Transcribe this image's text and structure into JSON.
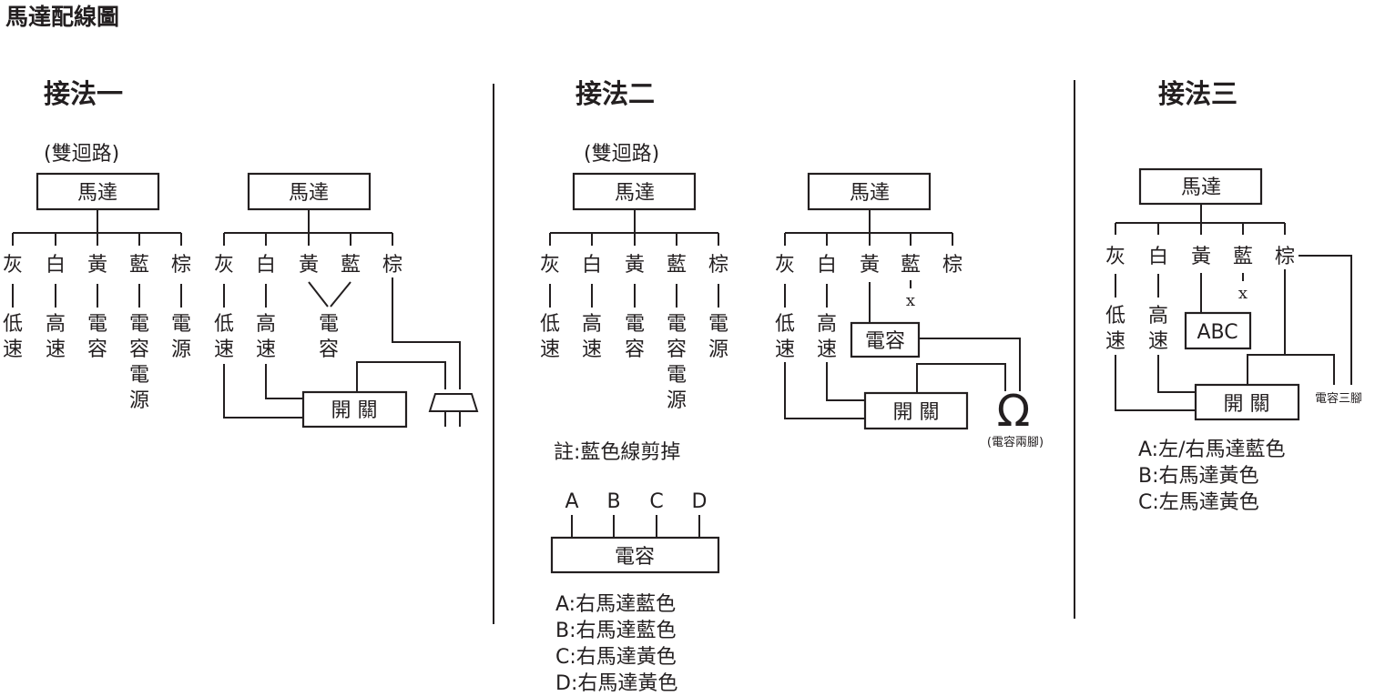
{
  "title": "馬達配線圖",
  "methods": [
    {
      "heading": "接法一",
      "sub": "(雙迴路)",
      "left": {
        "motor": "馬達",
        "wires": [
          "灰",
          "白",
          "黃",
          "藍",
          "棕"
        ],
        "functions": [
          [
            "低",
            "速"
          ],
          [
            "高",
            "速"
          ],
          [
            "電",
            "容"
          ],
          [
            "電",
            "容",
            "電",
            "源"
          ],
          [
            "電",
            "源"
          ]
        ]
      },
      "right": {
        "motor": "馬達",
        "wires": [
          "灰",
          "白",
          "黃",
          "藍",
          "棕"
        ],
        "functions": [
          [
            "低",
            "速"
          ],
          [
            "高",
            "速"
          ]
        ],
        "capacitor": [
          "電",
          "容"
        ],
        "switch": "開 關"
      }
    },
    {
      "heading": "接法二",
      "sub": "(雙迴路)",
      "left": {
        "motor": "馬達",
        "wires": [
          "灰",
          "白",
          "黃",
          "藍",
          "棕"
        ],
        "functions": [
          [
            "低",
            "速"
          ],
          [
            "高",
            "速"
          ],
          [
            "電",
            "容"
          ],
          [
            "電",
            "容",
            "電",
            "源"
          ],
          [
            "電",
            "源"
          ]
        ],
        "note": "註:藍色線剪掉"
      },
      "right": {
        "motor": "馬達",
        "wires": [
          "灰",
          "白",
          "黃",
          "藍",
          "棕"
        ],
        "functions": [
          [
            "低",
            "速"
          ],
          [
            "高",
            "速"
          ]
        ],
        "cut_mark": "x",
        "capacitor": "電容",
        "switch": "開 關",
        "ohm_symbol": "Ω",
        "ohm_caption": "(電容兩腳)"
      },
      "terminals": [
        "A",
        "B",
        "C",
        "D"
      ],
      "terminal_box": "電容",
      "legend": [
        "A:右馬達藍色",
        "B:右馬達藍色",
        "C:右馬達黃色",
        "D:右馬達黃色"
      ]
    },
    {
      "heading": "接法三",
      "motor": "馬達",
      "wires": [
        "灰",
        "白",
        "黃",
        "藍",
        "棕"
      ],
      "functions": [
        [
          "低",
          "速"
        ],
        [
          "高",
          "速"
        ]
      ],
      "cut_mark": "x",
      "abc_box": "ABC",
      "switch": "開 關",
      "side_label": "電容三腳",
      "legend": [
        "A:左/右馬達藍色",
        "B:右馬達黃色",
        "C:左馬達黃色"
      ]
    }
  ]
}
